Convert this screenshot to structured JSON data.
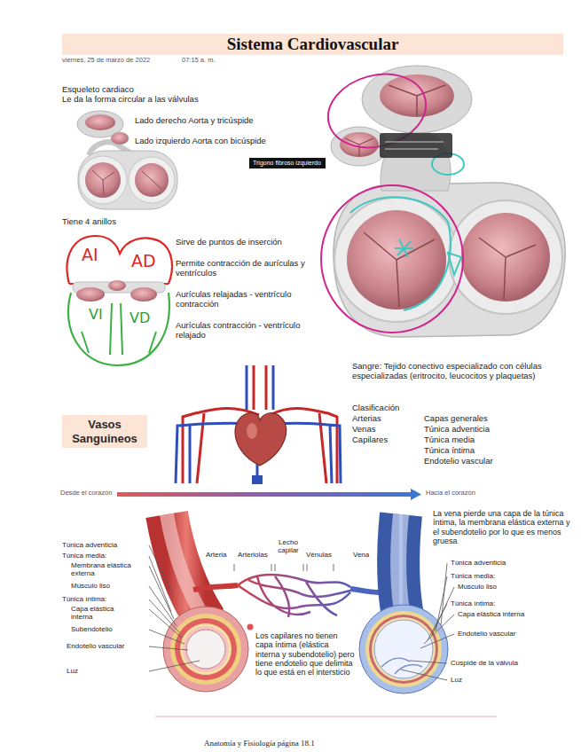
{
  "diagram": {
    "title": "Sistema Cardiovascular",
    "caption": "Anatomía y Fisiología página 18.1",
    "nodes": [
      {
        "text": [
          "Trigono fibroso izquierdo"
        ]
      },
      {
        "text": [
          "Vasos Sanguineos"
        ]
      }
    ],
    "labels": [
      "viernes, 25 de marzo de 2022",
      "07:15 a. m.",
      "Esqueleto cardiaco",
      "Le da la forma circular a las válvulas",
      "Lado derecho Aorta y tricúspide",
      "Lado izquierdo Aorta con bicúspide",
      "Tiene 4 anillos",
      "AI",
      "AD",
      "VI",
      "VD",
      "Sirve de puntos de inserción",
      "Permite contracción de aurículas y ventrículos",
      "Aurículas relajadas - ventrículo contracción",
      "Aurículas contracción - ventrículo relajado",
      "Sangre: Tejido conectivo especializado con células especializadas (eritrocito, leucocitos y plaquetas)",
      "Clasificación",
      "Arterias",
      "Venas",
      "Capilares",
      "Capas generales",
      "Túnica adventicia",
      "Túnica media",
      "Túnica íntima",
      "Endotelio vascular",
      "Desde el corazón",
      "Hacia el corazón",
      "La vena pierde una capa de la túnica íntima, la membrana elástica externa y el subendotelio por lo que es menos gruesa",
      "Túnica adventicia",
      "Túnica media:",
      "Membrana elástica externa",
      "Músculo liso",
      "Túnica íntima:",
      "Capa elástica interna",
      "Subendotelio",
      "Endotelio vascular",
      "Luz",
      "Lecho capilar",
      "Arteria",
      "Arteriolas",
      "Vénulas",
      "Vena",
      "Túnica adventicia",
      "Túnica media:",
      "Músculo liso",
      "Túnica íntima:",
      "Capa elástica interna",
      "Endotelio vascular",
      "Cúspide de la válvula",
      "Luz",
      "Los capilares no tienen capa íntima (elástica interna y subendotelio) pero tiene endotelio que delimita lo que está en el intersticio"
    ]
  }
}
